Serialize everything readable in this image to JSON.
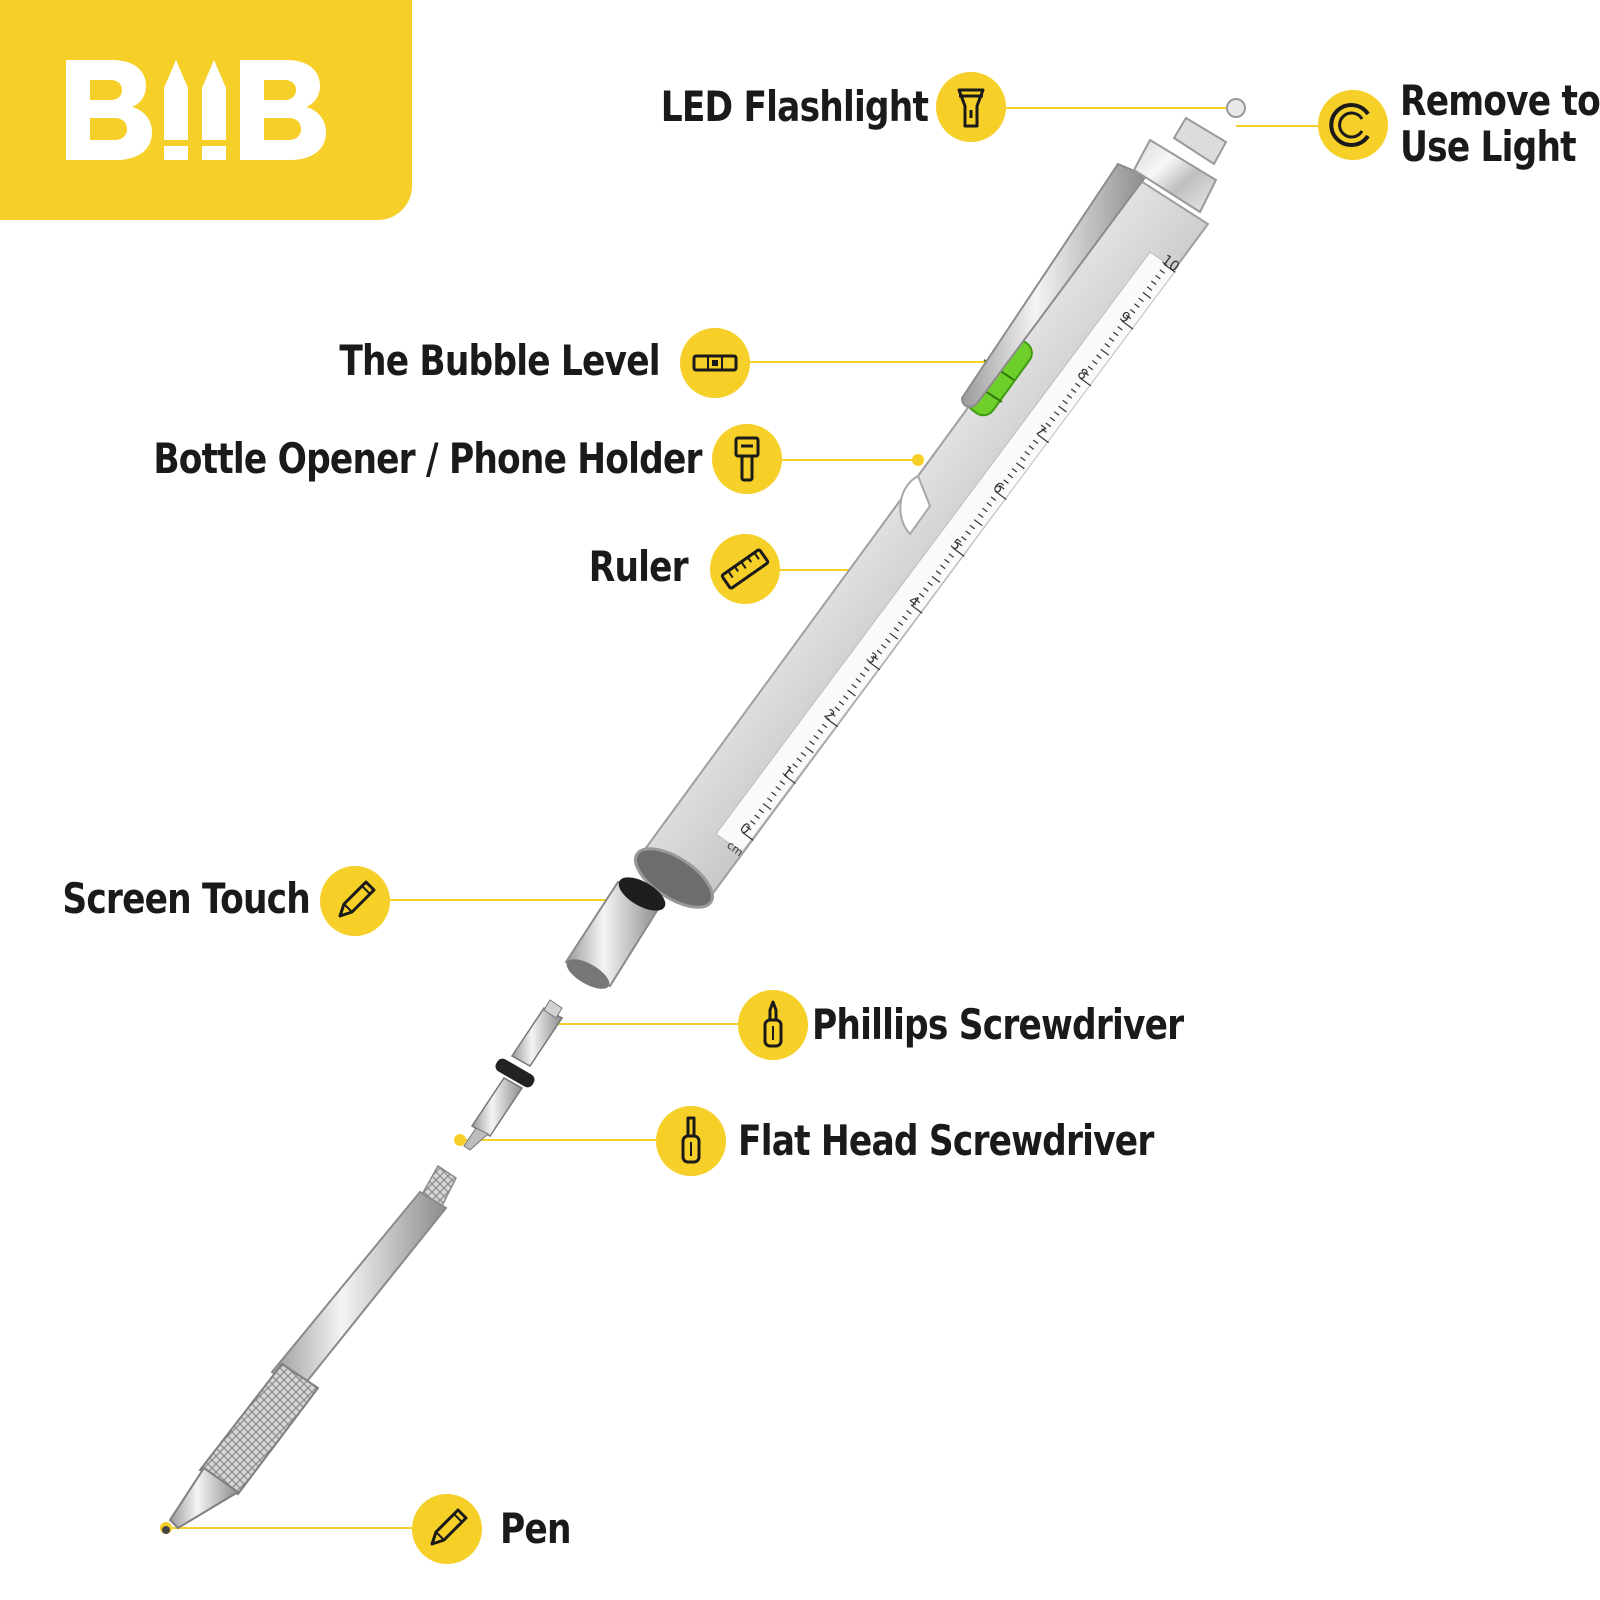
{
  "brand": {
    "logo_text": "BIIB",
    "color": "#f6cf28"
  },
  "callouts": [
    {
      "id": "led",
      "label": "LED Flashlight",
      "icon": "flashlight-icon"
    },
    {
      "id": "remove",
      "label_line1": "Remove to",
      "label_line2": "Use Light",
      "icon": "twist-cap-icon"
    },
    {
      "id": "level",
      "label": "The Bubble Level",
      "icon": "bubble-level-icon"
    },
    {
      "id": "bottle",
      "label": "Bottle Opener / Phone Holder",
      "icon": "bottle-opener-icon"
    },
    {
      "id": "ruler",
      "label": "Ruler",
      "icon": "ruler-icon"
    },
    {
      "id": "touch",
      "label": "Screen Touch",
      "icon": "stylus-pencil-icon"
    },
    {
      "id": "phillips",
      "label": "Phillips Screwdriver",
      "icon": "phillips-screwdriver-icon"
    },
    {
      "id": "flat",
      "label": "Flat Head Screwdriver",
      "icon": "flat-screwdriver-icon"
    },
    {
      "id": "pen",
      "label": "Pen",
      "icon": "pen-icon"
    }
  ],
  "ruler": {
    "numbers": [
      "0",
      "1",
      "2",
      "3",
      "4",
      "5",
      "6",
      "7",
      "8",
      "9",
      "10"
    ],
    "unit": "cm"
  }
}
